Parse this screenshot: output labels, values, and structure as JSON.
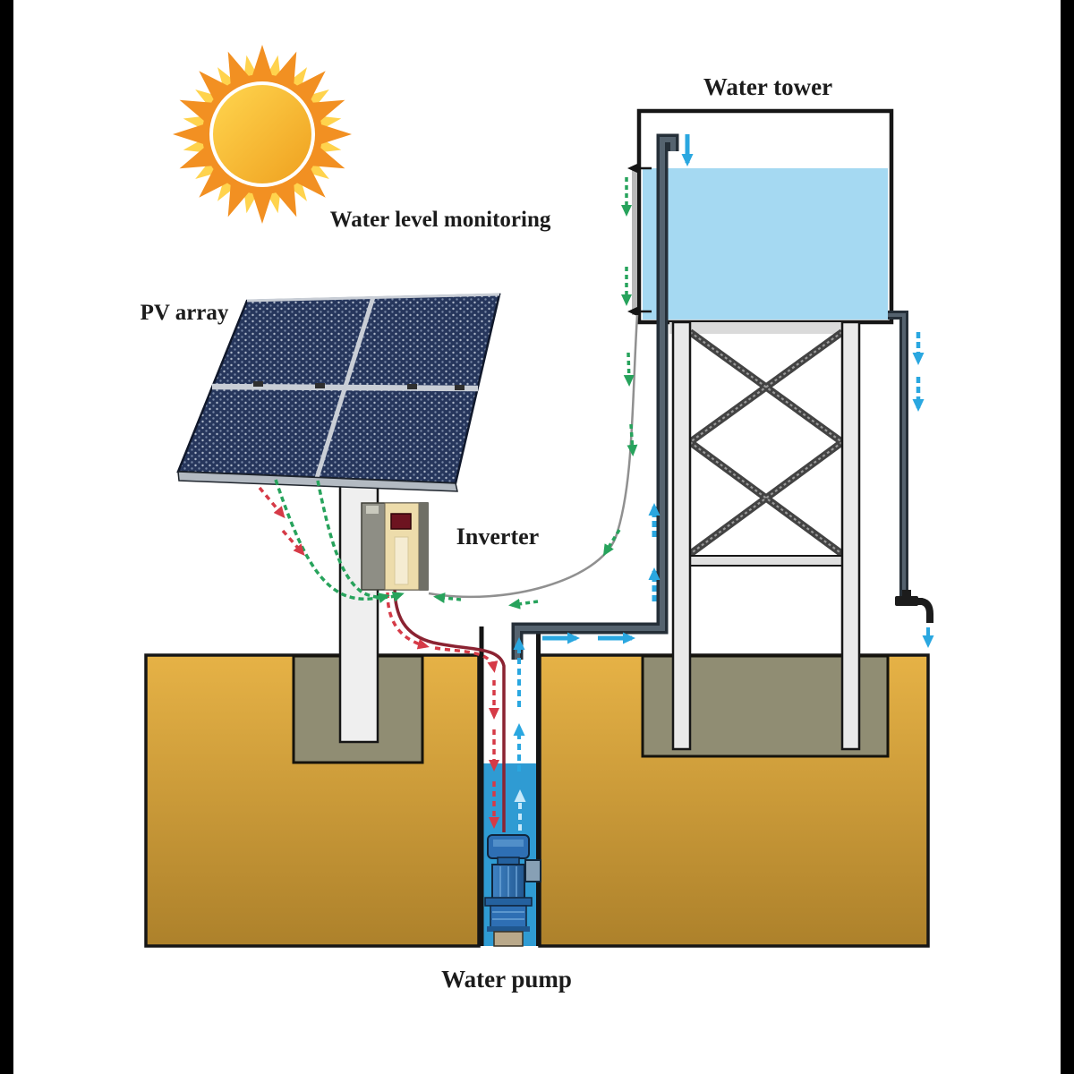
{
  "labels": {
    "water_tower": "Water tower",
    "water_level_monitoring": "Water level monitoring",
    "pv_array": "PV array",
    "inverter": "Inverter",
    "water_pump": "Water pump"
  },
  "colors": {
    "sun_ray_orange": "#f29022",
    "sun_ray_yellow": "#ffd34d",
    "sun_disc_light": "#ffd64f",
    "sun_disc_deep": "#efa01f",
    "tank_water": "#a5d9f2",
    "well_water": "#2f9bd3",
    "ground_top": "#e6b246",
    "ground_bottom": "#ad812b",
    "foundation_concrete": "#908d73",
    "pv_panel_navy": "#26365c",
    "frame_silver": "#c9ced6",
    "pipe_dark": "#252f38",
    "pipe_core": "#55636f",
    "power_cable_red": "#d63a47",
    "power_cable_solid": "#8b2332",
    "signal_green": "#27a35c",
    "flow_blue": "#2aa7e0",
    "inverter_face": "#eddcab",
    "inverter_side": "#8e8e85",
    "pump_blue": "#2e6fb4",
    "letterbox_black": "#000000"
  }
}
